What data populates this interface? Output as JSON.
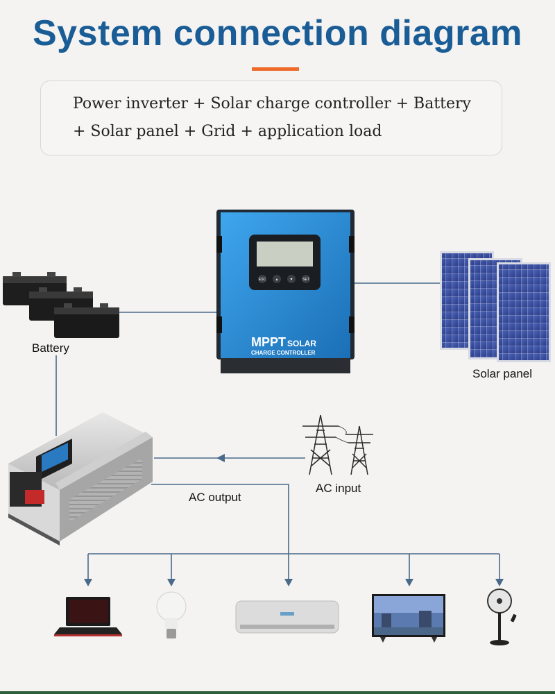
{
  "title": "System connection diagram",
  "description": {
    "line1": "Power inverter + Solar charge controller + Battery",
    "line2": "+ Solar panel + Grid + application load"
  },
  "labels": {
    "battery": "Battery",
    "solar_panel": "Solar panel",
    "ac_input": "AC input",
    "ac_output": "AC output"
  },
  "controller": {
    "brand": "MPPT",
    "brand_suffix": "SOLAR",
    "subtitle": "CHARGE CONTROLLER",
    "buttons": [
      "ESC",
      "▲",
      "▼",
      "SET"
    ]
  },
  "loads": [
    "laptop-icon",
    "light-bulb-icon",
    "air-conditioner-icon",
    "television-icon",
    "standing-fan-icon"
  ],
  "colors": {
    "title": "#1a5d96",
    "accent": "#ee6a2a",
    "connector": "#4a6a8a",
    "controller_body": "#2a8fd8"
  }
}
